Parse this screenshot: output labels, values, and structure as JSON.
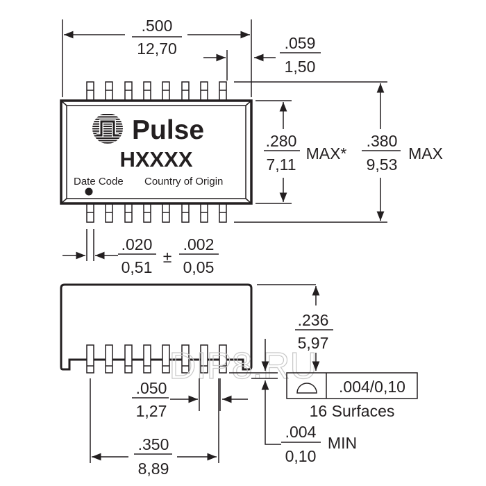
{
  "component": {
    "brand": "Pulse",
    "part_number": "HXXXX",
    "date_code_label": "Date Code",
    "country_label": "Country of Origin"
  },
  "dimensions": {
    "width": {
      "inch": ".500",
      "mm": "12,70"
    },
    "pin_offset": {
      "inch": ".059",
      "mm": "1,50"
    },
    "body_height": {
      "inch": ".280",
      "mm": "7,11",
      "suffix": "MAX*"
    },
    "overall_height": {
      "inch": ".380",
      "mm": "9,53",
      "suffix": "MAX"
    },
    "pin_width": {
      "inch": ".020",
      "mm": "0,51",
      "pm": "±",
      "tol_inch": ".002",
      "tol_mm": "0,05"
    },
    "profile_height": {
      "inch": ".236",
      "mm": "5,97"
    },
    "pitch": {
      "inch": ".050",
      "mm": "1,27"
    },
    "pin_span": {
      "inch": ".350",
      "mm": "8,89"
    },
    "standoff": {
      "inch": ".004",
      "mm": "0,10",
      "suffix": "MIN"
    }
  },
  "coplanarity": {
    "value": ".004/0,10",
    "note": "16 Surfaces"
  },
  "watermark": "DIP8.RU"
}
